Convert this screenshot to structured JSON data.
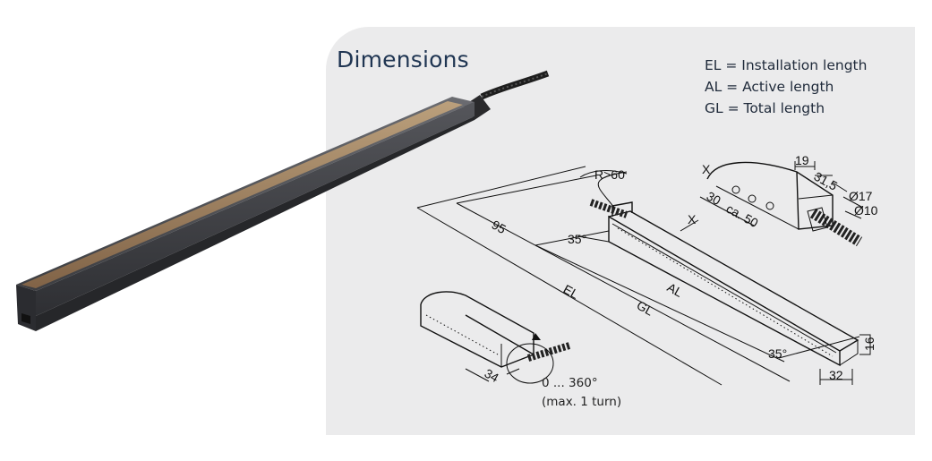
{
  "title": "Dimensions",
  "legend": {
    "el": "EL = Installation length",
    "al": "AL = Active length",
    "gl": "GL = Total length"
  },
  "dimensions": {
    "bend_radius": "R>60",
    "offset": "95",
    "angle_left": "35°",
    "angle_right": "35°",
    "el": "EL",
    "al": "AL",
    "gl": "GL",
    "detail_marker": "X",
    "view_marker": "X",
    "height": "16",
    "width": "32",
    "cable_width": "34",
    "detail_19": "19",
    "detail_31_5": "31,5",
    "detail_30": "30",
    "detail_ca50": "ca. 50",
    "dia_outer": "Ø17",
    "dia_inner": "Ø10"
  },
  "rotation": {
    "range": "0 ... 360°",
    "note": "(max. 1 turn)"
  },
  "colors": {
    "panel": "#ebebec",
    "title": "#1f3552",
    "bar": "#4a4b50"
  }
}
